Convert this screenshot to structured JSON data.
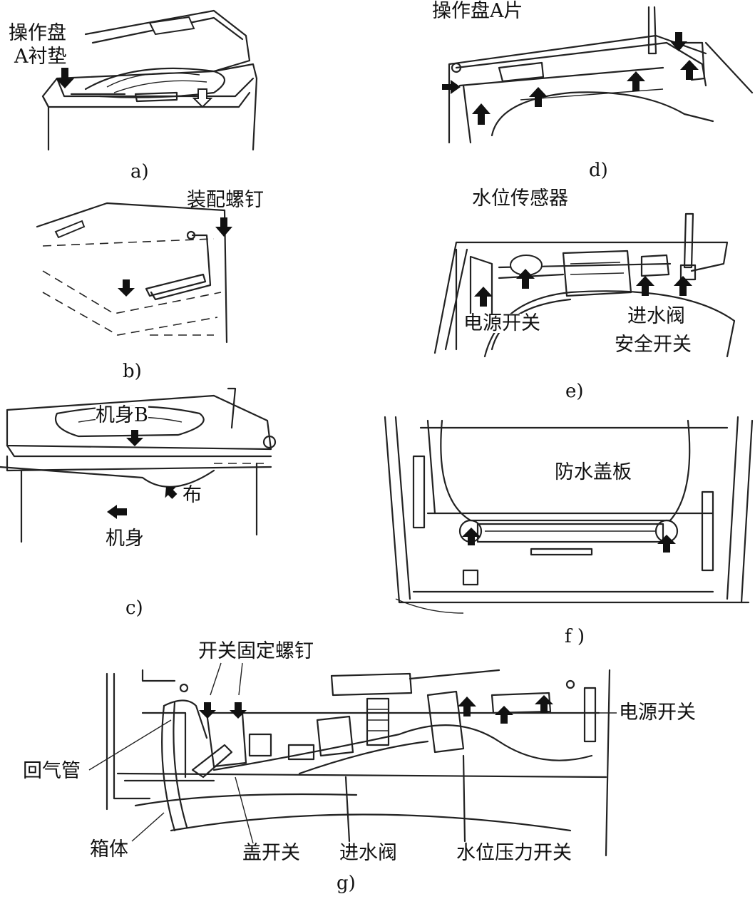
{
  "panels": {
    "a": {
      "caption": "a)",
      "label_line1": "操作盘",
      "label_line2": "A衬垫"
    },
    "b": {
      "caption": "b)",
      "label": "装配螺钉"
    },
    "c": {
      "caption": "c)",
      "label_body_b": "机身B",
      "label_cloth": "布",
      "label_body": "机身"
    },
    "d": {
      "caption": "d)",
      "label": "操作盘A片"
    },
    "e": {
      "caption": "e)",
      "label_sensor": "水位传感器",
      "label_power": "电源开关",
      "label_valve": "进水阀",
      "label_safety": "安全开关"
    },
    "f": {
      "caption": "f )",
      "label": "防水盖板"
    },
    "g": {
      "caption": "g)",
      "label_screw": "开关固定螺钉",
      "label_power": "电源开关",
      "label_return": "回气管",
      "label_case": "箱体",
      "label_lid": "盖开关",
      "label_valve": "进水阀",
      "label_pressure": "水位压力开关"
    }
  }
}
